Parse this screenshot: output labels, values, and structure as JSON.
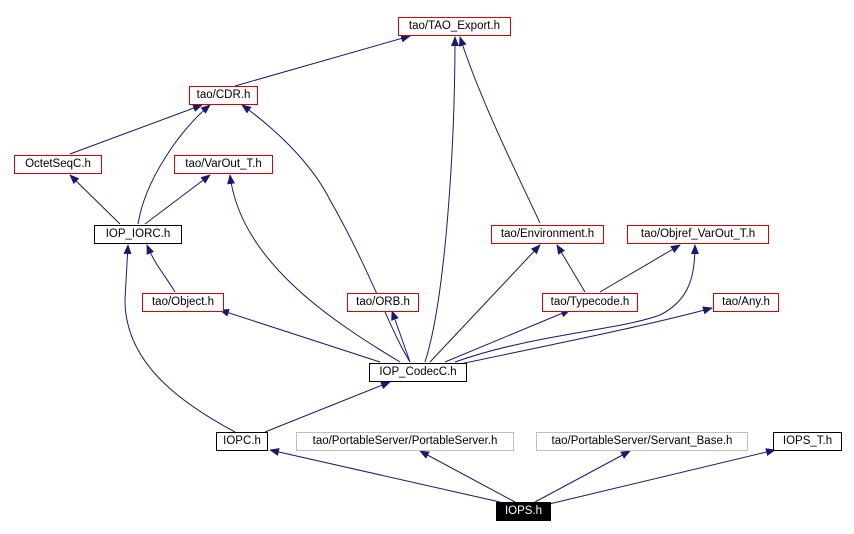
{
  "nodes": {
    "tao_export": "tao/TAO_Export.h",
    "tao_cdr": "tao/CDR.h",
    "octetseqc": "OctetSeqC.h",
    "tao_varout": "tao/VarOut_T.h",
    "iop_iorc": "IOP_IORC.h",
    "tao_environment": "tao/Environment.h",
    "tao_objref_varout": "tao/Objref_VarOut_T.h",
    "tao_object": "tao/Object.h",
    "tao_orb": "tao/ORB.h",
    "tao_typecode": "tao/Typecode.h",
    "tao_any": "tao/Any.h",
    "iop_codecc": "IOP_CodecC.h",
    "iopc": "IOPC.h",
    "portableserver": "tao/PortableServer/PortableServer.h",
    "servant_base": "tao/PortableServer/Servant_Base.h",
    "iops_t": "IOPS_T.h",
    "iops": "IOPS.h"
  },
  "colors": {
    "edge": "#191970",
    "documented_border": "#d90000",
    "local_border": "#000000",
    "undocumented_border": "#bfbfbf",
    "root_fill": "#000000"
  }
}
